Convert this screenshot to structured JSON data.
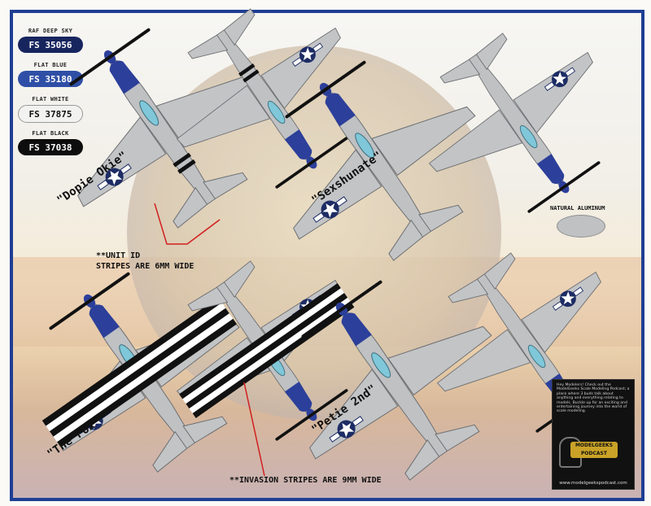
{
  "colors": {
    "frame_blue": "#1f3e93",
    "aluminum": "#bfc1c3",
    "fs35056": "#17255e",
    "fs35180": "#2f4fa6",
    "fs37875": "#f2f2f0",
    "fs37038": "#0d0d0d",
    "callout_line": "#d11f1f"
  },
  "swatches": [
    {
      "label": "RAF DEEP SKY",
      "code": "FS 35056",
      "fill": "#17255e",
      "text": "#ffffff"
    },
    {
      "label": "FLAT BLUE",
      "code": "FS 35180",
      "fill": "#2f4fa6",
      "text": "#ffffff"
    },
    {
      "label": "FLAT WHITE",
      "code": "FS 37875",
      "fill": "#f2f2f0",
      "text": "#111111"
    },
    {
      "label": "FLAT BLACK",
      "code": "FS 37038",
      "fill": "#0d0d0d",
      "text": "#ffffff"
    }
  ],
  "natural_aluminum": {
    "label": "NATURAL ALUMINUM"
  },
  "aircraft": [
    {
      "name": "\"Dopie Okie\"",
      "spinner": "#2c3f9a"
    },
    {
      "name": "\"Sexshunate\"",
      "spinner": "#2c3f9a"
    },
    {
      "name": "\"The Fox\"",
      "spinner": "#2c3f9a"
    },
    {
      "name": "\"Petie 2nd\"",
      "spinner": "#2c3f9a"
    }
  ],
  "callouts": {
    "unit_id": "**UNIT ID\nSTRIPES ARE 6MM WIDE",
    "invasion": "**INVASION STRIPES ARE 9MM WIDE"
  },
  "podcast": {
    "blurb": "Hey Modelers! Check out the ModelGeeks Scale Modeling Podcast; a place where 3 buds talk about anything and everything relating to models. Buckle up for an exciting and entertaining journey into the world of scale modeling.",
    "logo": "MODELGEEKS PODCAST",
    "url": "www.modelgeekspodcast.com"
  }
}
